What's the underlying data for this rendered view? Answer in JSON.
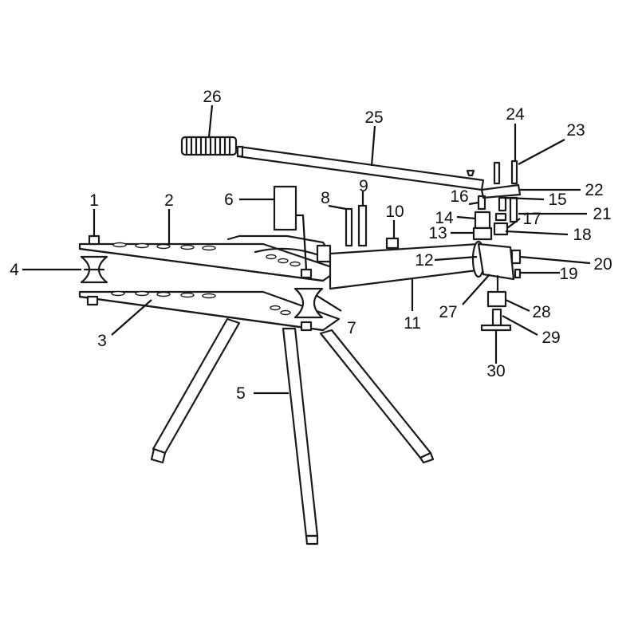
{
  "callouts": [
    {
      "num": "1"
    },
    {
      "num": "2"
    },
    {
      "num": "3"
    },
    {
      "num": "4"
    },
    {
      "num": "5"
    },
    {
      "num": "6"
    },
    {
      "num": "7"
    },
    {
      "num": "8"
    },
    {
      "num": "9"
    },
    {
      "num": "10"
    },
    {
      "num": "11"
    },
    {
      "num": "12"
    },
    {
      "num": "13"
    },
    {
      "num": "14"
    },
    {
      "num": "15"
    },
    {
      "num": "16"
    },
    {
      "num": "17"
    },
    {
      "num": "18"
    },
    {
      "num": "19"
    },
    {
      "num": "20"
    },
    {
      "num": "21"
    },
    {
      "num": "22"
    },
    {
      "num": "23"
    },
    {
      "num": "24"
    },
    {
      "num": "25"
    },
    {
      "num": "26"
    },
    {
      "num": "27"
    },
    {
      "num": "28"
    },
    {
      "num": "29"
    },
    {
      "num": "30"
    }
  ]
}
